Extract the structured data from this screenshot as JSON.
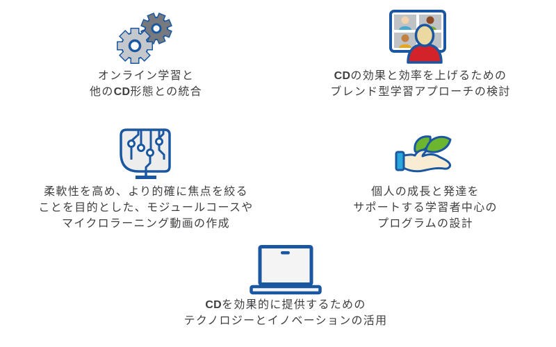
{
  "colors": {
    "background": "#ffffff",
    "text-color": "#3e3e40",
    "outline-blue": "#1a57a0",
    "gear-dark": "#76797d",
    "gear-light": "#c4c8cc",
    "tile-gray": "#bfc3c6",
    "board-gray": "#ededee",
    "screen-light": "#f4f4f5",
    "skin-light": "#f0d2ac",
    "skin-dark": "#8d4a26",
    "skin-medium": "#c28140",
    "shirt-teal": "#4aa7cf",
    "shirt-green": "#6fae2d",
    "shirt-yellow": "#e8a620",
    "shirt-red": "#d2232a",
    "head-cream": "#ecd9a2",
    "hand-cream": "#f8edd3",
    "cuff-blue": "#2aa7db",
    "leaf-green": "#6cb52f"
  },
  "items": [
    {
      "name": "online-learning-integration",
      "icon": "gears-icon",
      "lines": [
        {
          "pre": "",
          "bold": "",
          "post": "オンライン学習と"
        },
        {
          "pre": "他の",
          "bold": "CD",
          "post": "形態との統合"
        }
      ]
    },
    {
      "name": "blended-learning-approach",
      "icon": "video-conference-icon",
      "lines": [
        {
          "pre": "",
          "bold": "CD",
          "post": "の効果と効率を上げるための"
        },
        {
          "pre": "",
          "bold": "",
          "post": "ブレンド型学習アプローチの検討"
        }
      ]
    },
    {
      "name": "modular-course-creation",
      "icon": "circuit-board-icon",
      "lines": [
        {
          "pre": "",
          "bold": "",
          "post": "柔軟性を高め、より的確に焦点を絞る"
        },
        {
          "pre": "",
          "bold": "",
          "post": "ことを目的とした、モジュールコースや"
        },
        {
          "pre": "",
          "bold": "",
          "post": "マイクロラーニング動画の作成"
        }
      ]
    },
    {
      "name": "learner-centered-program-design",
      "icon": "hand-leaf-icon",
      "lines": [
        {
          "pre": "",
          "bold": "",
          "post": "個人の成長と発達を"
        },
        {
          "pre": "",
          "bold": "",
          "post": "サポートする学習者中心の"
        },
        {
          "pre": "",
          "bold": "",
          "post": "プログラムの設計"
        }
      ]
    },
    {
      "name": "technology-innovation-use",
      "icon": "laptop-icon",
      "lines": [
        {
          "pre": "",
          "bold": "CD",
          "post": "を効果的に提供するための"
        },
        {
          "pre": "",
          "bold": "",
          "post": "テクノロジーとイノベーションの活用"
        }
      ]
    }
  ]
}
